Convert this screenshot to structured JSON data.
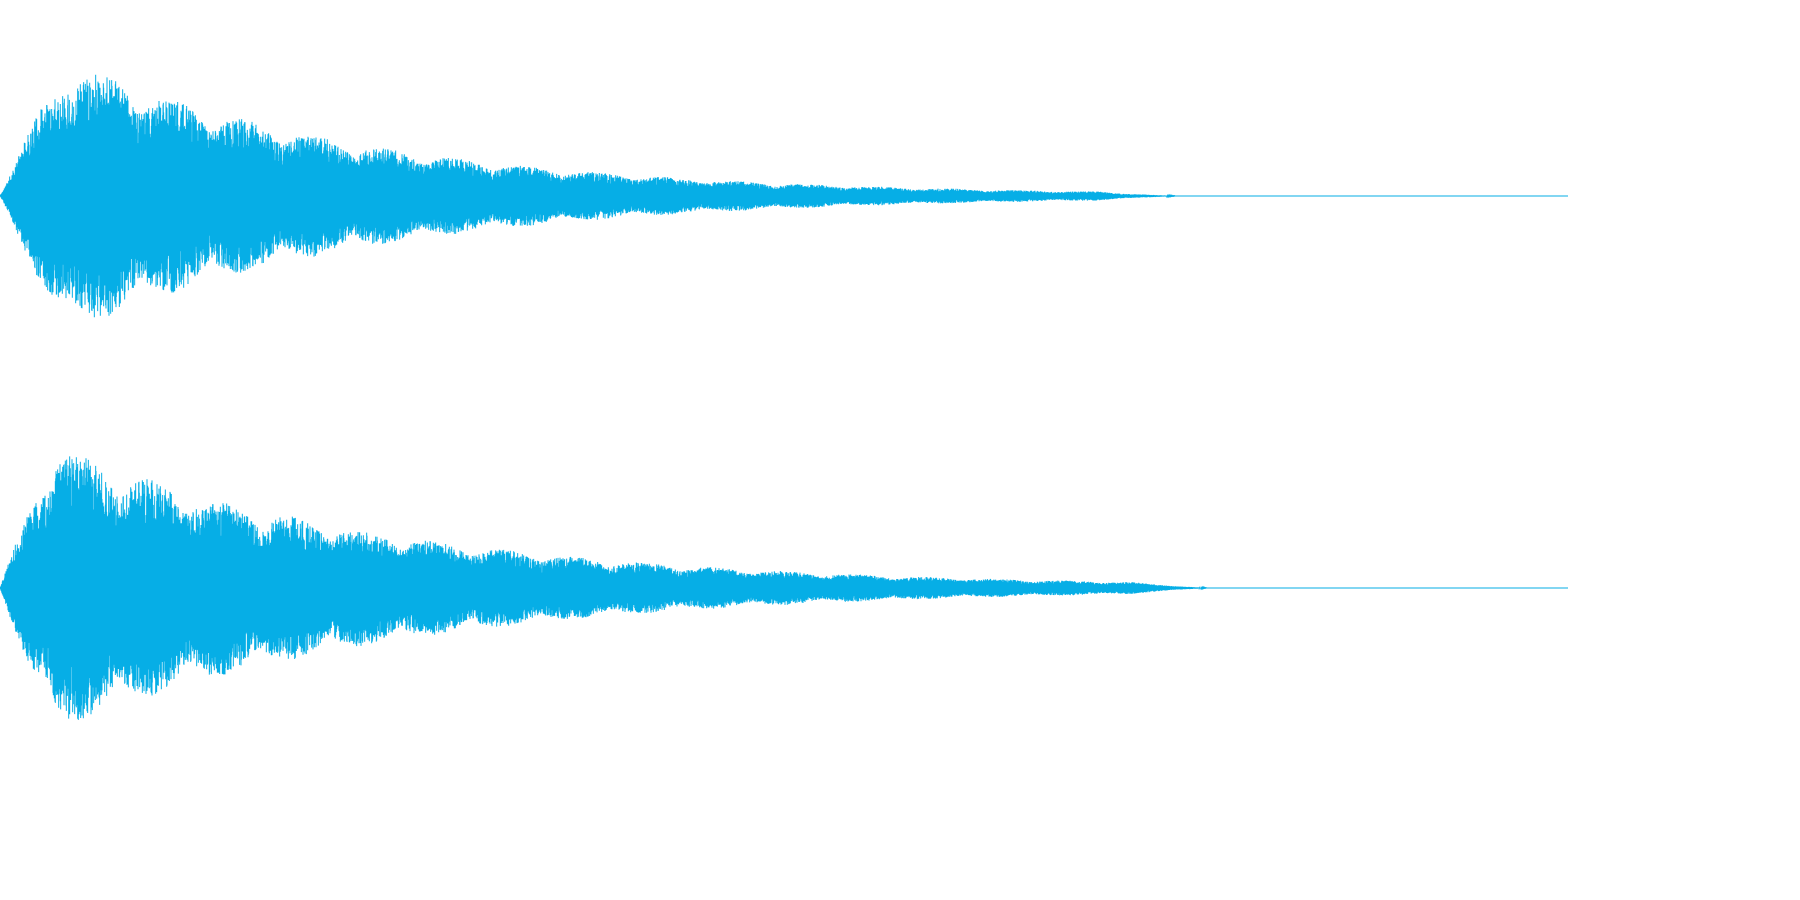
{
  "waveform": {
    "color": "#06aee6",
    "channels": [
      {
        "id": "channel-left",
        "seed": 11,
        "attack_time": 0.0015,
        "decay_rate": 5.2,
        "tail_end": 0.7,
        "peak_amplitude": 0.96
      },
      {
        "id": "channel-right",
        "seed": 37,
        "attack_time": 0.0012,
        "decay_rate": 4.6,
        "tail_end": 0.72,
        "peak_amplitude": 0.94
      }
    ]
  }
}
